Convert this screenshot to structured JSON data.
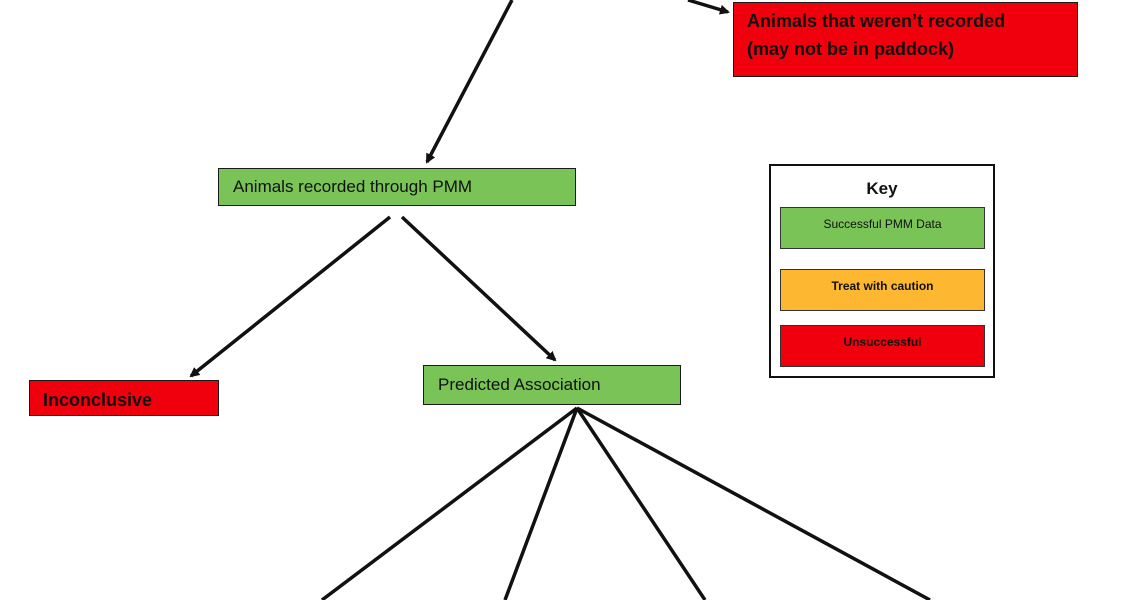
{
  "nodes": {
    "not_recorded": "Animals that weren’t recorded\n(may not be in paddock)",
    "recorded": "Animals recorded through PMM",
    "inconclusive": "Inconclusive",
    "predicted": "Predicted Association"
  },
  "key": {
    "title": "Key",
    "items": [
      {
        "label": "Successful PMM Data",
        "color": "#7ac356"
      },
      {
        "label": "Treat with caution",
        "color": "#fdb731"
      },
      {
        "label": "Unsuccessful",
        "color": "#f0000c"
      }
    ]
  },
  "colors": {
    "success": "#7ac356",
    "caution": "#fdb731",
    "unsuccessful": "#f0000c",
    "connector": "#111111"
  }
}
